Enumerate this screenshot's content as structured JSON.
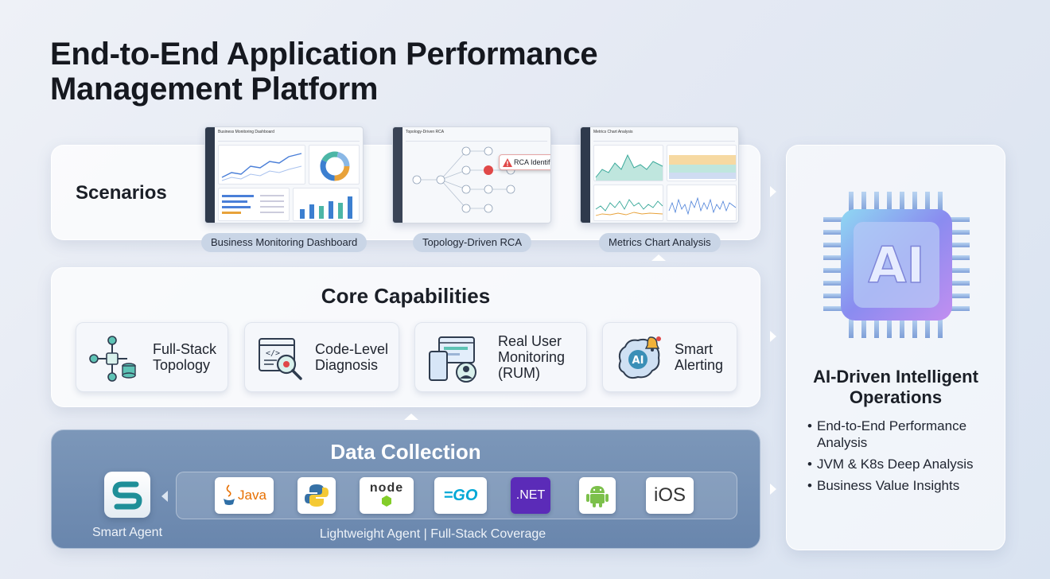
{
  "title_line1": "End-to-End Application Performance",
  "title_line2": "Management Platform",
  "scenarios": {
    "label": "Scenarios",
    "items": [
      {
        "label": "Business Monitoring Dashboard",
        "screen_title": "Business Monitoring Dashboard",
        "callout": ""
      },
      {
        "label": "Topology-Driven RCA",
        "screen_title": "Topology-Driven RCA",
        "callout": "RCA Identified"
      },
      {
        "label": "Metrics Chart Analysis",
        "screen_title": "Metrics Chart Analysis",
        "callout": ""
      }
    ]
  },
  "core": {
    "title": "Core Capabilities",
    "items": [
      {
        "line1": "Full-Stack",
        "line2": "Topology",
        "line3": "",
        "icon": "topology-icon"
      },
      {
        "line1": "Code-Level",
        "line2": "Diagnosis",
        "line3": "",
        "icon": "code-diagnosis-icon"
      },
      {
        "line1": "Real User",
        "line2": "Monitoring",
        "line3": "(RUM)",
        "icon": "rum-icon"
      },
      {
        "line1": "Smart",
        "line2": "Alerting",
        "line3": "",
        "icon": "ai-brain-alert-icon"
      }
    ]
  },
  "data_collection": {
    "title": "Data Collection",
    "agent_label": "Smart Agent",
    "strip_label": "Lightweight Agent | Full-Stack Coverage",
    "languages": [
      {
        "name": "Java",
        "text": "Java"
      },
      {
        "name": "Python",
        "text": ""
      },
      {
        "name": "Node.js",
        "text": "node"
      },
      {
        "name": "Go",
        "text": "=GO"
      },
      {
        "name": ".NET",
        "text": ".NET"
      },
      {
        "name": "Android",
        "text": ""
      },
      {
        "name": "iOS",
        "text": "iOS"
      }
    ]
  },
  "ai": {
    "chip_text": "AI",
    "title_line1": "AI-Driven Intelligent",
    "title_line2": "Operations",
    "bullets": [
      "End-to-End Performance Analysis",
      "JVM & K8s Deep Analysis",
      "Business Value Insights"
    ]
  },
  "colors": {
    "accent_blue": "#3f6fd6",
    "teal": "#2aa7a0",
    "data_panel": "#6f8bb1",
    "alert_red": "#e04848",
    "net_purple": "#5b2bb8",
    "android_green": "#7cc04b"
  }
}
